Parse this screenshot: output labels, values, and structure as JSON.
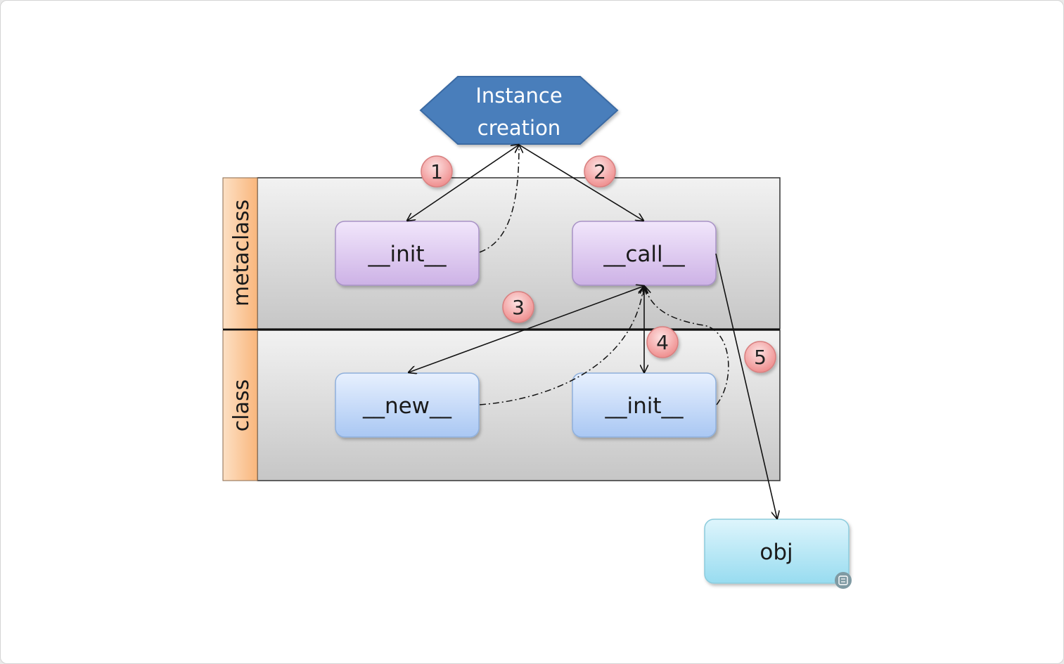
{
  "hexagon": {
    "line1": "Instance",
    "line2": "creation"
  },
  "lanes": {
    "metaclass": "metaclass",
    "class": "class"
  },
  "methods": {
    "metaclass_init": "__init__",
    "metaclass_call": "__call__",
    "class_new": "__new__",
    "class_init": "__init__"
  },
  "result": "obj",
  "steps": [
    "1",
    "2",
    "3",
    "4",
    "5"
  ],
  "colors": {
    "hexagon": "#4a7ebb",
    "lane_label": "#fbc89b",
    "metaclass_box": "#d9c3ec",
    "class_box": "#c4d9f7",
    "obj_box": "#bfe8f5",
    "badge": "#f4a4a4"
  }
}
